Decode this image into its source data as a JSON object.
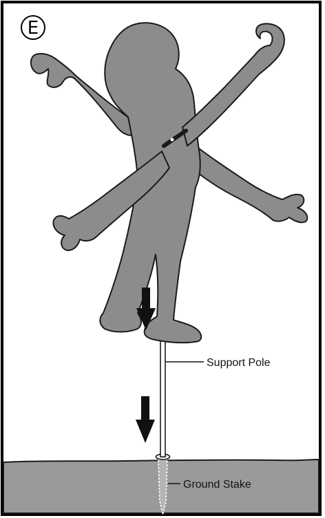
{
  "panel": {
    "letter": "E"
  },
  "labels": {
    "support_pole": "Support Pole",
    "ground_stake": "Ground Stake"
  },
  "colors": {
    "figure": "#8c8c8c",
    "ground": "#9a9a9a",
    "outline": "#1a1a1a",
    "arrow": "#111111"
  }
}
